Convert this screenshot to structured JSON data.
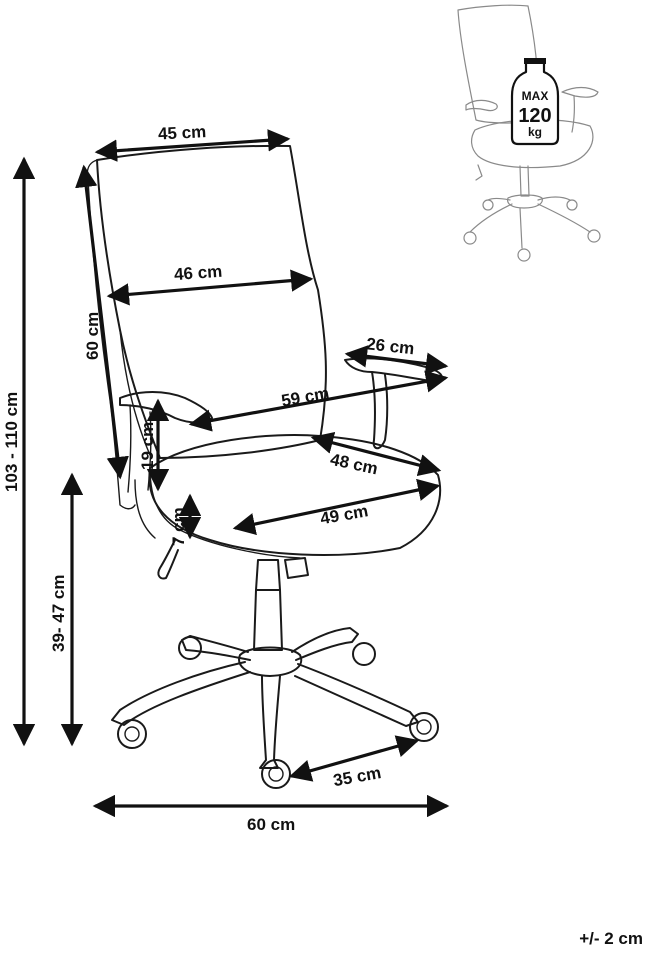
{
  "labels": {
    "backrest_top_width": "45 cm",
    "backrest_width": "46 cm",
    "backrest_height": "60 cm",
    "armrest_length": "26 cm",
    "armrest_span": "59 cm",
    "armrest_height": "19 cm",
    "seat_depth": "48 cm",
    "seat_width": "49 cm",
    "seat_thickness": "7 cm",
    "total_height": "103 - 110 cm",
    "seat_height": "39- 47 cm",
    "castor_spacing": "35 cm",
    "base_width": "60 cm"
  },
  "badge": {
    "top": "MAX",
    "value": "120",
    "unit": "kg"
  },
  "tolerance": "+/- 2 cm"
}
